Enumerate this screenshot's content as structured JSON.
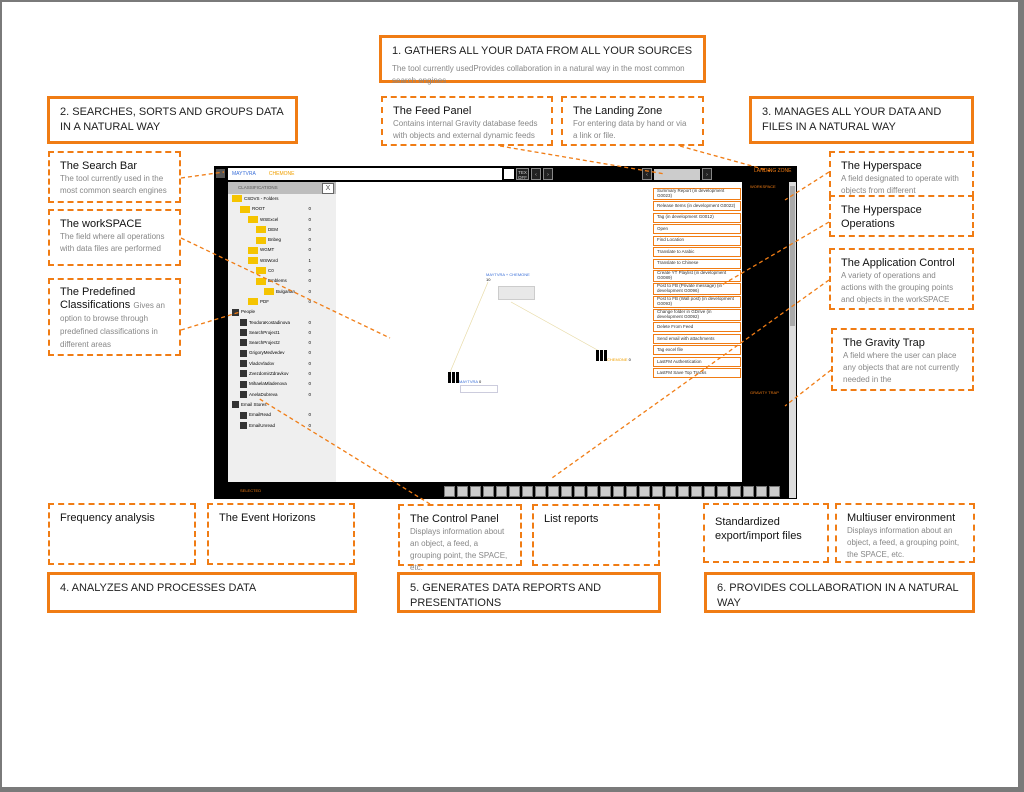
{
  "headings": [
    {
      "title": "1. GATHERS ALL YOUR DATA FROM ALL YOUR SOURCES",
      "desc": "The tool currently usedProvides collaboration in a natural way in the most common search engines"
    },
    {
      "title": "2. SEARCHES, SORTS AND GROUPS DATA IN A NATURAL WAY"
    },
    {
      "title": "3. MANAGES ALL YOUR DATA AND FILES IN A NATURAL WAY"
    },
    {
      "title": "4. ANALYZES AND PROCESSES DATA"
    },
    {
      "title": "5. GENERATES DATA REPORTS AND PRESENTATIONS"
    },
    {
      "title": "6. PROVIDES COLLABORATION IN A NATURAL WAY"
    }
  ],
  "callouts": {
    "feed_panel": {
      "title": "The Feed Panel",
      "desc": "Contains internal Gravity database feeds with objects and external dynamic feeds"
    },
    "landing_zone": {
      "title": "The Landing Zone",
      "desc": "For entering data by hand or via a link or file."
    },
    "search_bar": {
      "title": "The Search Bar",
      "desc": "The tool currently used in the most common search engines"
    },
    "workspace": {
      "title": "The workSPACE",
      "desc": "The field where all operations with data files are performed"
    },
    "classifications": {
      "title": "The Predefined Classifications",
      "desc": "Gives an option to browse through predefined classifications in different areas"
    },
    "hyperspace": {
      "title": "The Hyperspace",
      "desc": "A field designated to operate with objects from different"
    },
    "hyperspace_ops": {
      "title": "The Hyperspace Operations"
    },
    "app_control": {
      "title": "The Application Control",
      "desc": "A variety of operations and actions with the grouping points and objects in the workSPACE"
    },
    "gravity_trap": {
      "title": "The Gravity Trap",
      "desc": "A field where the user can place any objects that are not currently needed in the"
    },
    "frequency": {
      "title": "Frequency analysis"
    },
    "event_horizons": {
      "title": "The Event Horizons"
    },
    "control_panel": {
      "title": "The Control Panel",
      "desc": "Displays information about an object, a feed, a grouping point, the SPACE, etc."
    },
    "list_reports": {
      "title": "List reports"
    },
    "export_import": {
      "title": "Standardized export/import files"
    },
    "multiuser": {
      "title": "Multiuser environment",
      "desc": "Displays information about an object, a feed, a grouping point, the SPACE, etc."
    }
  },
  "app": {
    "search_tags": [
      "MAYTVRA",
      "CHEMONE"
    ],
    "text_off": "TEX OFF",
    "landing_zone": "LANDING ZONE",
    "workspace_label": "WORKSPACE",
    "gravity_trap_label": "GRAVITY TRAP",
    "selected_label": "SELECTED",
    "classifications_header": "CLASSIFICATIONS",
    "close": "X",
    "tree": [
      {
        "label": "CSDVS - Folders",
        "count": "",
        "indent": 0,
        "icon": "folder"
      },
      {
        "label": "ROOT",
        "count": "0",
        "indent": 1,
        "icon": "folder"
      },
      {
        "label": "WSExcel",
        "count": "0",
        "indent": 2,
        "icon": "folder"
      },
      {
        "label": "DEM",
        "count": "0",
        "indent": 3,
        "icon": "folder"
      },
      {
        "label": "Bnbeg",
        "count": "0",
        "indent": 3,
        "icon": "folder"
      },
      {
        "label": "WGMT",
        "count": "0",
        "indent": 2,
        "icon": "folder"
      },
      {
        "label": "WSWord",
        "count": "1",
        "indent": 2,
        "icon": "folder"
      },
      {
        "label": "C0",
        "count": "0",
        "indent": 3,
        "icon": "folder"
      },
      {
        "label": "Emblems",
        "count": "0",
        "indent": 3,
        "icon": "folder"
      },
      {
        "label": "Bulgarian",
        "count": "0",
        "indent": 4,
        "icon": "folder"
      },
      {
        "label": "PDF",
        "count": "0",
        "indent": 2,
        "icon": "folder"
      },
      {
        "label": "People",
        "count": "",
        "indent": 0,
        "icon": "person"
      },
      {
        "label": "TeodoraKostadinova",
        "count": "0",
        "indent": 1,
        "icon": "person"
      },
      {
        "label": "SearchProject1",
        "count": "0",
        "indent": 1,
        "icon": "person"
      },
      {
        "label": "SearchProject2",
        "count": "0",
        "indent": 1,
        "icon": "person"
      },
      {
        "label": "GrigoryMedvedev",
        "count": "0",
        "indent": 1,
        "icon": "person"
      },
      {
        "label": "VladoVladov",
        "count": "0",
        "indent": 1,
        "icon": "person"
      },
      {
        "label": "ZvezdomirZdravkov",
        "count": "0",
        "indent": 1,
        "icon": "person"
      },
      {
        "label": "MihaelaMladenova",
        "count": "0",
        "indent": 1,
        "icon": "person"
      },
      {
        "label": "AnelaDobreva",
        "count": "0",
        "indent": 1,
        "icon": "person"
      },
      {
        "label": "Email Stores",
        "count": "",
        "indent": 0,
        "icon": "mail"
      },
      {
        "label": "EmailRead",
        "count": "0",
        "indent": 1,
        "icon": "mail"
      },
      {
        "label": "EmailUnread",
        "count": "0",
        "indent": 1,
        "icon": "mail"
      }
    ],
    "menu": [
      "Summary Report (in development G0023)",
      "Release Items (in development G0022)",
      "Tag (in development G0012)",
      "Open",
      "Find Location",
      "Translate to Arabic",
      "Translate to Chinese",
      "Create YT Playlist (in development G0089)",
      "Post to FB (Private message) (in development G0096)",
      "Post to FB (Wall post) (in development G0093)",
      "Change folder in GDrive (in development G0092)",
      "Delete From Feed",
      "Send email with attachments",
      "Tag excel file",
      "LastFM Authentication",
      "LastFM Save Top Tracks"
    ],
    "nodes": [
      {
        "label": "MAYTVRA + CHEMONE",
        "count": "10"
      },
      {
        "label": "CHEMONE",
        "count": "0"
      },
      {
        "label": "MAYTVRA",
        "count": "0"
      }
    ]
  },
  "colors": {
    "accent": "#f07c14"
  }
}
